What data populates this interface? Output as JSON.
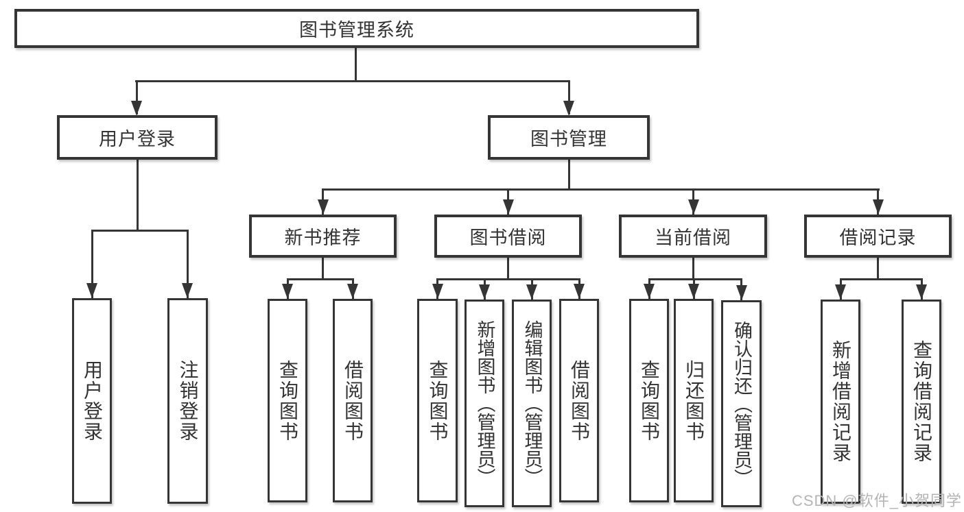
{
  "diagram": {
    "root": {
      "label": "图书管理系统",
      "children": [
        {
          "label": "用户登录",
          "children": [
            {
              "label": "用户登录"
            },
            {
              "label": "注销登录"
            }
          ]
        },
        {
          "label": "图书管理",
          "children": [
            {
              "label": "新书推荐",
              "children": [
                {
                  "label": "查询图书"
                },
                {
                  "label": "借阅图书"
                }
              ]
            },
            {
              "label": "图书借阅",
              "children": [
                {
                  "label": "查询图书"
                },
                {
                  "label": "新增图书（管理员）"
                },
                {
                  "label": "编辑图书（管理员）"
                },
                {
                  "label": "借阅图书"
                }
              ]
            },
            {
              "label": "当前借阅",
              "children": [
                {
                  "label": "查询图书"
                },
                {
                  "label": "归还图书"
                },
                {
                  "label": "确认归还（管理员）"
                }
              ]
            },
            {
              "label": "借阅记录",
              "children": [
                {
                  "label": "新增借阅记录"
                },
                {
                  "label": "查询借阅记录"
                }
              ]
            }
          ]
        }
      ]
    }
  },
  "watermark": {
    "text": "CSDN @软件_小贺同学"
  },
  "colors": {
    "line": "#353535",
    "box_border": "#353535",
    "box_fill": "#ffffff",
    "text": "#333333",
    "watermark": "#b4b4b4",
    "background": "#ffffff"
  }
}
